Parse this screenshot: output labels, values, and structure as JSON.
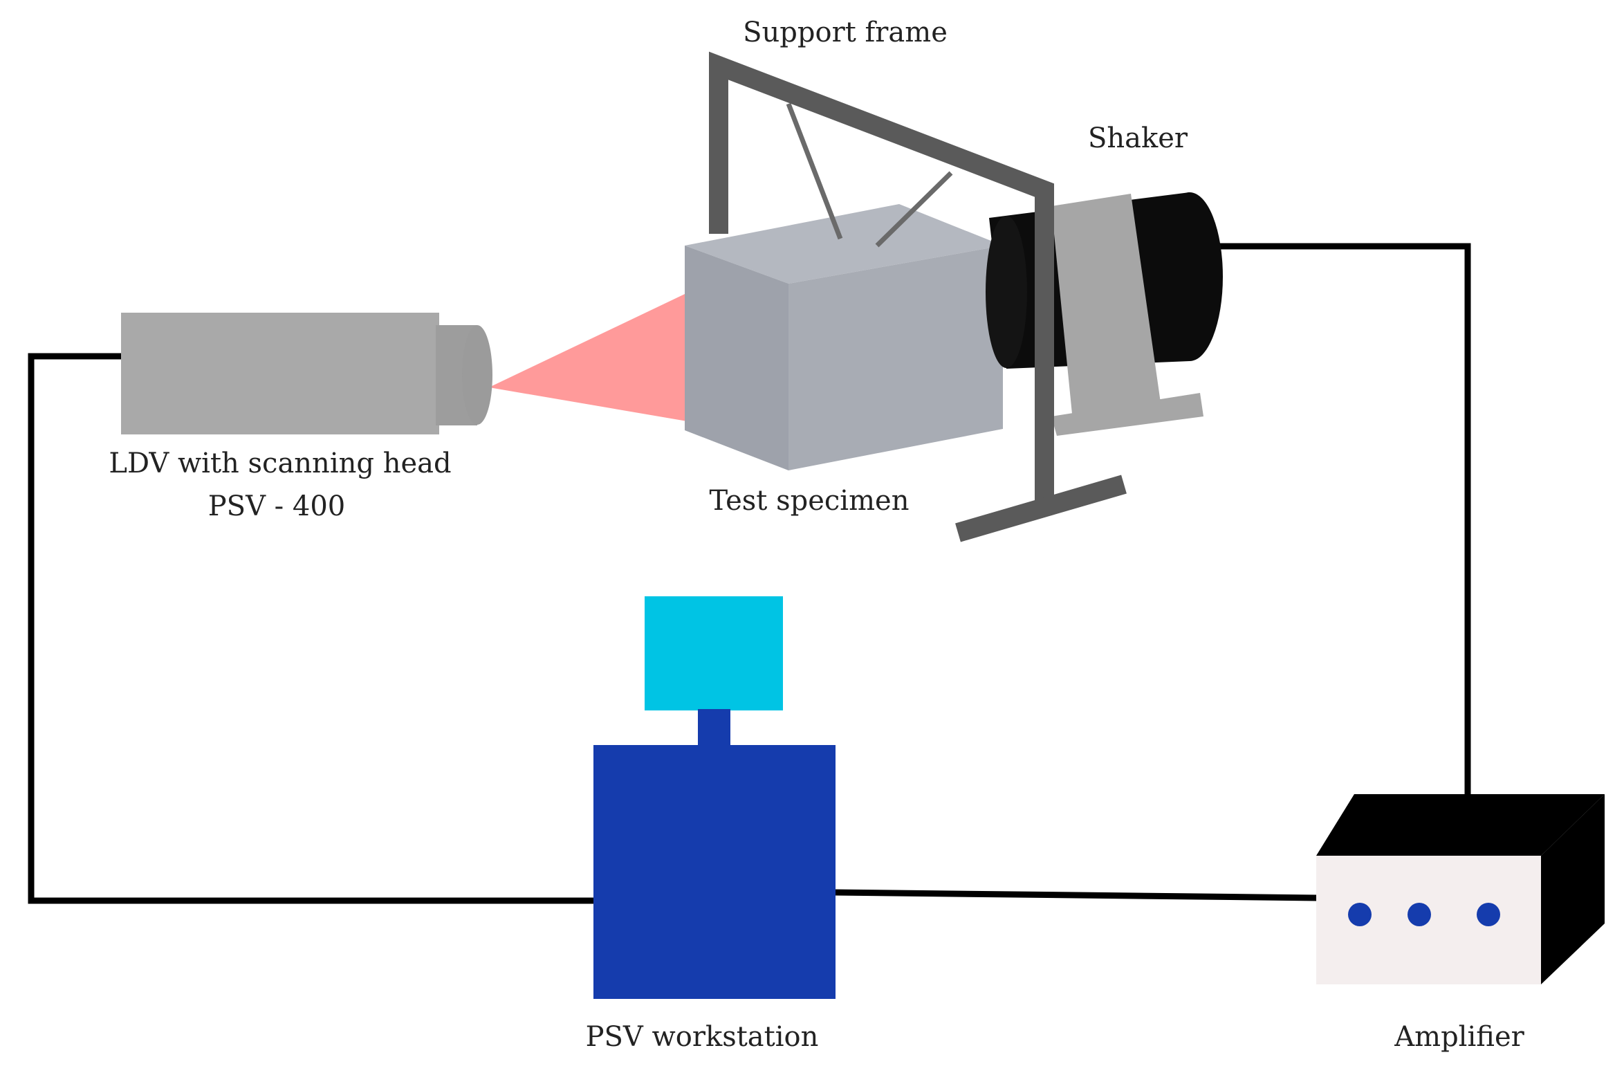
{
  "labels": {
    "support_frame": "Support frame",
    "shaker": "Shaker",
    "ldv_line1": "LDV with scanning head",
    "ldv_line2": "PSV - 400",
    "test_specimen": "Test specimen",
    "psv_workstation": "PSV workstation",
    "amplifier": "Amplifier"
  },
  "colors": {
    "wire": "#000000",
    "ldv_body": "#a9a9a9",
    "ldv_lens": "#9b9b9b",
    "laser_beam": "#ff9a9a",
    "specimen_front": "#a8acb4",
    "specimen_top": "#b4b8c0",
    "specimen_side": "#9ea2ab",
    "frame": "#5a5a5a",
    "shaker_black": "#0c0c0c",
    "shaker_clamp": "#a6a6a6",
    "workstation_body": "#153cad",
    "workstation_monitor": "#00c4e4",
    "amplifier_front": "#f4eeee",
    "amplifier_dots": "#153cad"
  }
}
